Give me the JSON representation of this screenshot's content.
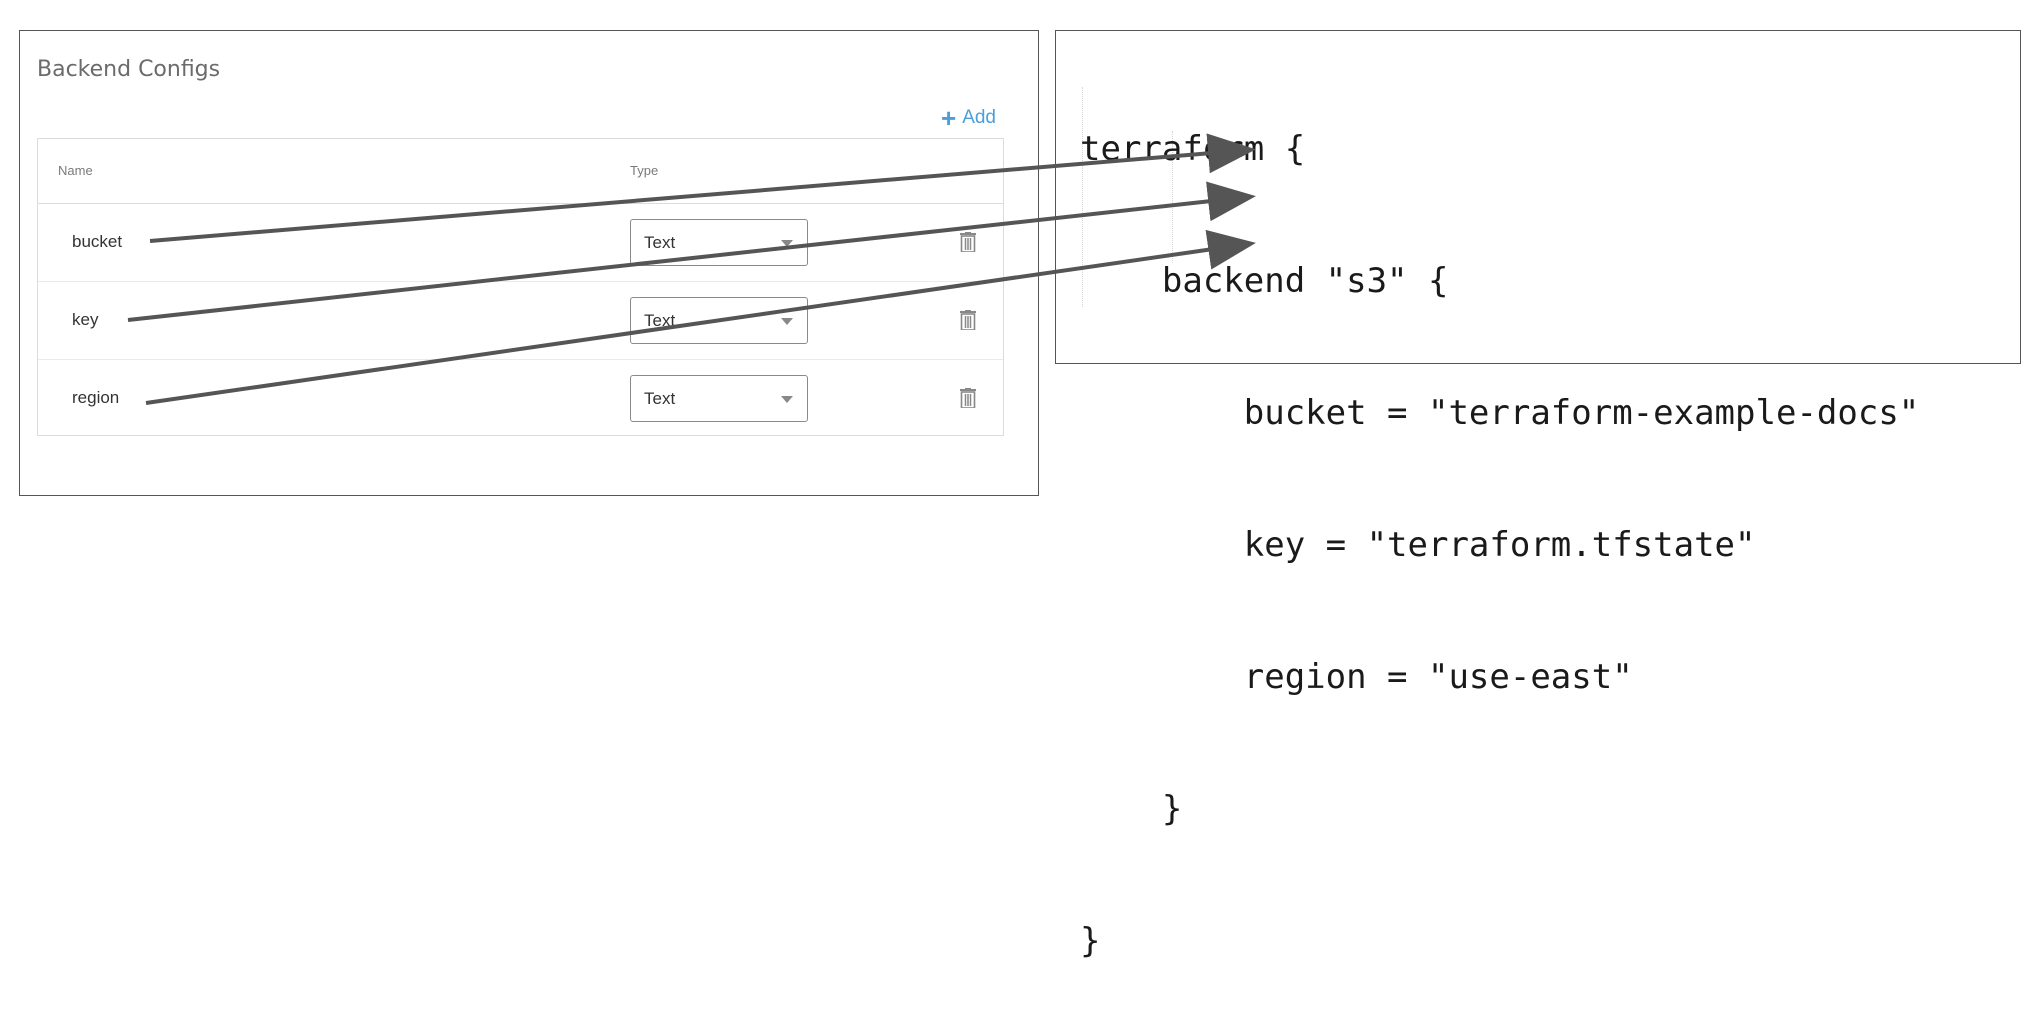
{
  "backend_panel": {
    "title": "Backend Configs",
    "add_label": "Add",
    "columns": {
      "name": "Name",
      "type": "Type"
    },
    "rows": [
      {
        "name": "bucket",
        "type": "Text"
      },
      {
        "name": "key",
        "type": "Text"
      },
      {
        "name": "region",
        "type": "Text"
      }
    ]
  },
  "code_panel": {
    "lines": [
      "terraform {",
      "    backend \"s3\" {",
      "        bucket = \"terraform-example-docs\"",
      "        key = \"terraform.tfstate\"",
      "        region = \"use-east\"",
      "    }",
      "}"
    ]
  },
  "colors": {
    "accent": "#4a9fdb",
    "arrow": "#555555"
  }
}
